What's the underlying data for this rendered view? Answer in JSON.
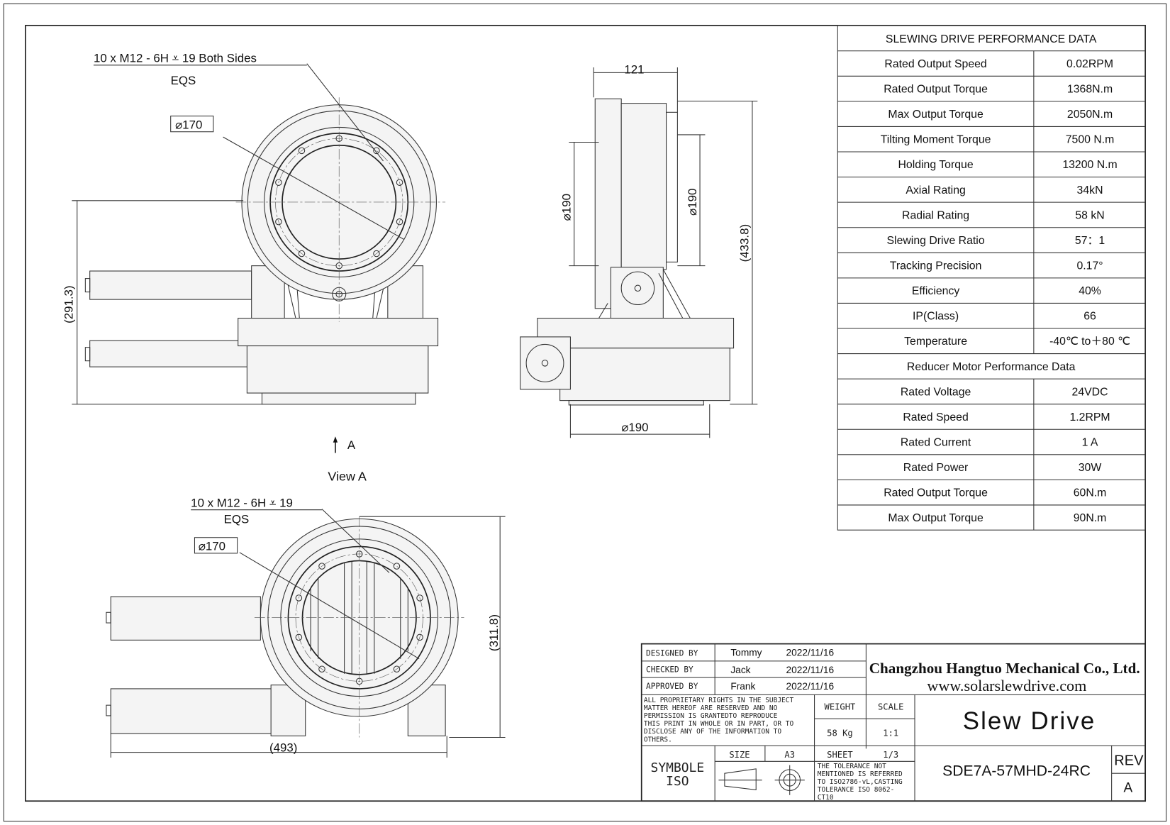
{
  "annotations": {
    "top_thread": "10 x  M12 - 6H ⩡ 19  Both Sides",
    "top_eqs": "EQS",
    "top_dia": "⌀170",
    "dim_291": "(291.3)",
    "dim_121": "121",
    "dim_190_left": "⌀190",
    "dim_190_right": "⌀190",
    "dim_433": "(433.8)",
    "dim_190_bottom": "⌀190",
    "view_arrow": "A",
    "view_label": "View  A",
    "bottom_thread": "10 x  M12 - 6H ⩡ 19",
    "bottom_eqs": "EQS",
    "bottom_dia": "⌀170",
    "dim_311": "(311.8)",
    "dim_493": "(493)"
  },
  "performance": {
    "title": "SLEWING DRIVE PERFORMANCE DATA",
    "rows": [
      {
        "label": "Rated Output Speed",
        "value": "0.02RPM"
      },
      {
        "label": "Rated Output Torque",
        "value": "1368N.m"
      },
      {
        "label": "Max Output Torque",
        "value": "2050N.m"
      },
      {
        "label": "Tilting Moment Torque",
        "value": "7500 N.m"
      },
      {
        "label": "Holding Torque",
        "value": "13200 N.m"
      },
      {
        "label": "Axial Rating",
        "value": "34kN"
      },
      {
        "label": "Radial Rating",
        "value": "58 kN"
      },
      {
        "label": "Slewing Drive Ratio",
        "value": "57：1"
      },
      {
        "label": "Tracking Precision",
        "value": "0.17°"
      },
      {
        "label": "Efficiency",
        "value": "40%"
      },
      {
        "label": "IP(Class)",
        "value": "66"
      },
      {
        "label": "Temperature",
        "value": "-40℃ to＋80 ℃"
      }
    ],
    "motor_title": "Reducer Motor Performance Data",
    "motor_rows": [
      {
        "label": "Rated Voltage",
        "value": "24VDC"
      },
      {
        "label": "Rated  Speed",
        "value": "1.2RPM"
      },
      {
        "label": "Rated Current",
        "value": "1 A"
      },
      {
        "label": "Rated  Power",
        "value": "30W"
      },
      {
        "label": "Rated  Output Torque",
        "value": "60N.m"
      },
      {
        "label": "Max Output Torque",
        "value": "90N.m"
      }
    ]
  },
  "title_block": {
    "designed_label": "DESIGNED BY",
    "designed_name": "Tommy",
    "designed_date": "2022/11/16",
    "checked_label": "CHECKED BY",
    "checked_name": "Jack",
    "checked_date": "2022/11/16",
    "approved_label": "APPROVED BY",
    "approved_name": "Frank",
    "approved_date": "2022/11/16",
    "company": "Changzhou Hangtuo Mechanical Co., Ltd.",
    "website": "www.solarslewdrive.com",
    "rights": [
      "ALL PROPRIETARY RIGHTS IN THE SUBJECT",
      "MATTER HEREOF ARE RESERVED AND NO",
      "PERMISSION IS GRANTEDTO REPRODUCE",
      "THIS PRINT IN WHOLE OR IN PART, OR TO",
      "DISCLOSE ANY OF THE INFORMATION TO",
      "OTHERS."
    ],
    "weight_label": "WEIGHT",
    "weight_value": "58   Kg",
    "scale_label": "SCALE",
    "scale_value": "1:1",
    "drawing_title": "Slew Drive",
    "size_label": "SIZE",
    "size_value": "A3",
    "sheet_label": "SHEET",
    "sheet_value": "1/3",
    "symbol": [
      "SYMBOLE",
      "ISO"
    ],
    "tolerance": [
      "THE TOLERANCE NOT",
      "MENTIONED IS REFERRED",
      "TO ISO2786-vL,CASTING",
      "TOLERANCE ISO 8062-",
      "CT10"
    ],
    "part_number": "SDE7A-57MHD-24RC",
    "rev_label": "REV",
    "rev_value": "A"
  }
}
